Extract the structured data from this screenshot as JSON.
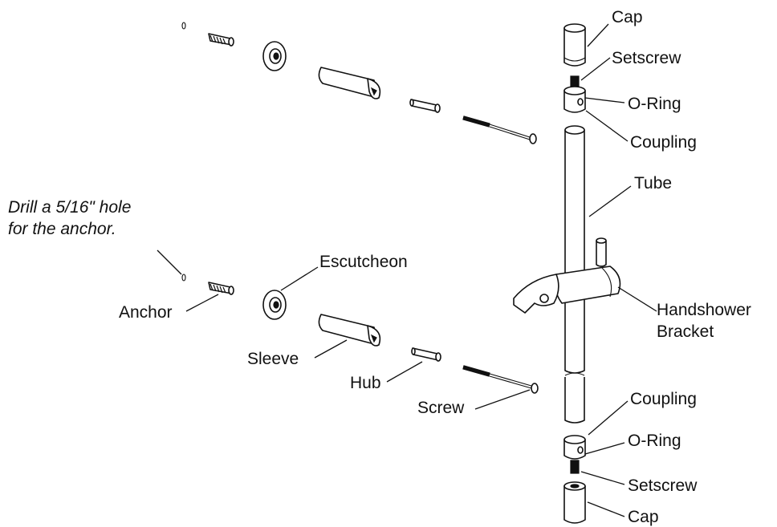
{
  "labels": {
    "cap_top": "Cap",
    "setscrew_top": "Setscrew",
    "oring_top": "O-Ring",
    "coupling_top": "Coupling",
    "tube": "Tube",
    "handshower_bracket_line1": "Handshower",
    "handshower_bracket_line2": "Bracket",
    "escutcheon": "Escutcheon",
    "anchor": "Anchor",
    "sleeve": "Sleeve",
    "hub": "Hub",
    "screw": "Screw",
    "coupling_bottom": "Coupling",
    "oring_bottom": "O-Ring",
    "setscrew_bottom": "Setscrew",
    "cap_bottom": "Cap"
  },
  "note": {
    "line1": "Drill a 5/16\" hole",
    "line2": "for the anchor."
  }
}
